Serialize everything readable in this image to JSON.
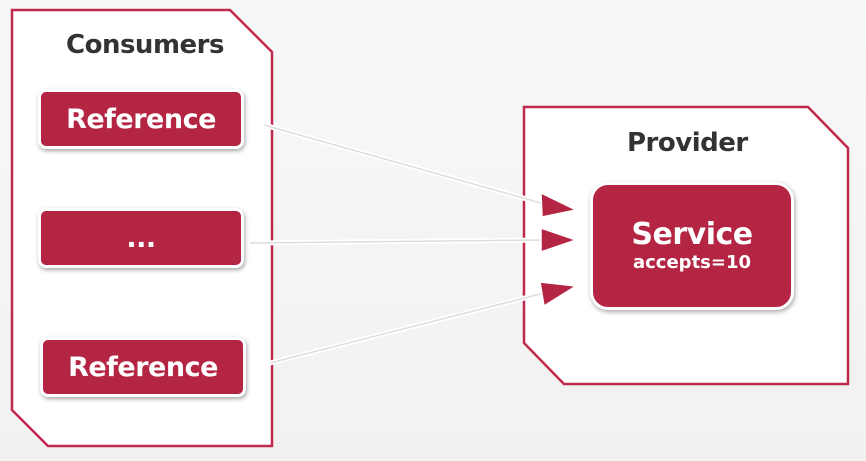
{
  "consumers": {
    "title": "Consumers",
    "references": [
      {
        "label": "Reference"
      },
      {
        "label": "..."
      },
      {
        "label": "Reference"
      }
    ]
  },
  "provider": {
    "title": "Provider",
    "service": {
      "label": "Service",
      "detail": "accepts=10"
    }
  },
  "colors": {
    "accent": "#b32542",
    "border": "#c0294b",
    "arrow": "#b32542",
    "background": "#f7f7f7"
  }
}
